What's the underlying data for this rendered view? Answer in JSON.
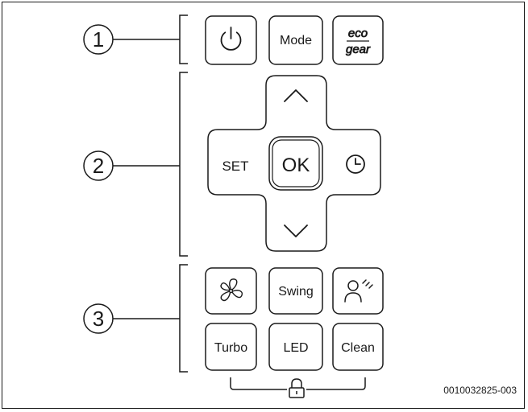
{
  "callouts": [
    "1",
    "2",
    "3"
  ],
  "group1": {
    "power_icon": "power-icon",
    "mode_label": "Mode",
    "eco_gear_top": "eco",
    "eco_gear_bottom": "gear"
  },
  "group2": {
    "up_icon": "chevron-up-icon",
    "set_label": "SET",
    "ok_label": "OK",
    "timer_icon": "clock-icon",
    "down_icon": "chevron-down-icon"
  },
  "group3": {
    "fan_icon": "fan-icon",
    "swing_label": "Swing",
    "follow_icon": "person-signal-icon",
    "turbo_label": "Turbo",
    "led_label": "LED",
    "clean_label": "Clean"
  },
  "lock_icon": "lock-icon",
  "figure_code": "0010032825-003",
  "colors": {
    "stroke": "#1a1a1a",
    "background": "#ffffff"
  }
}
